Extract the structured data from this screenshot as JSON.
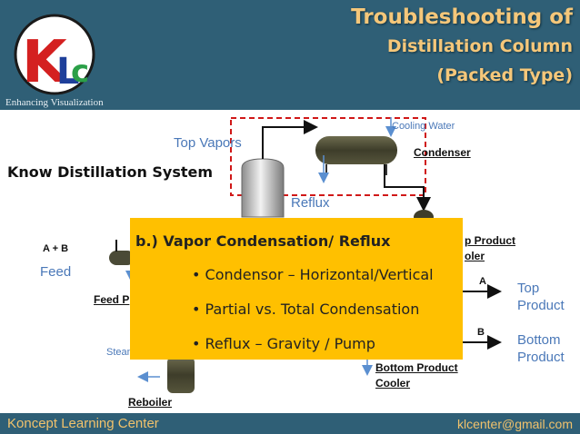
{
  "header": {
    "title_line1": "Troubleshooting of",
    "title_line2": "Distillation Column",
    "title_line3": "(Packed Type)",
    "tagline": "Enhancing Visualization",
    "logo_letters": "KLC"
  },
  "slide": {
    "heading": "Know Distillation System"
  },
  "diagram": {
    "cooling_water": "Cooling Water",
    "condenser": "Condenser",
    "top_vapors": "Top Vapors",
    "reflux": "Reflux",
    "feed_stream": "A + B",
    "feed": "Feed",
    "feed_partial": "Feed P",
    "top_product_cooler_partial_1": "p Product",
    "top_product_cooler_partial_2": "oler",
    "stream_a": "A",
    "top_product_1": "Top",
    "top_product_2": "Product",
    "stream_b": "B",
    "bottom_product_1": "Bottom",
    "bottom_product_2": "Product",
    "bottom_cooler_1": "Bottom Product",
    "bottom_cooler_2": "Cooler",
    "steam_partial": "Steam",
    "reboiler": "Reboiler"
  },
  "callout": {
    "title": "b.) Vapor Condensation/ Reflux",
    "bullets": [
      "Condensor – Horizontal/Vertical",
      "Partial vs. Total Condensation",
      "Reflux – Gravity / Pump"
    ]
  },
  "footer": {
    "left": "Koncept Learning Center",
    "right": "klcenter@gmail.com"
  },
  "colors": {
    "header_bg": "#2f5f76",
    "title_gold": "#f5c77a",
    "callout_bg": "#ffc000",
    "dashed_box": "#d01818",
    "label_blue": "#4a78b8"
  }
}
